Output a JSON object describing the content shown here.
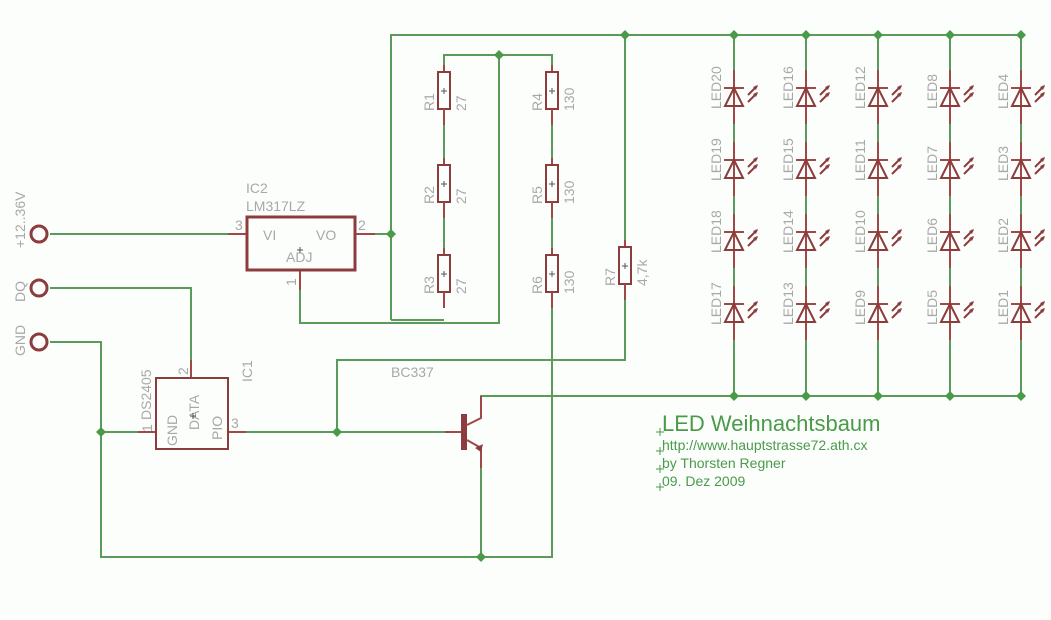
{
  "connectors": [
    {
      "label": "+12..36V"
    },
    {
      "label": "DQ"
    },
    {
      "label": "GND"
    }
  ],
  "ic2": {
    "name": "IC2",
    "value": "LM317LZ",
    "pin_vi": "VI",
    "pin_vo": "VO",
    "pin_adj": "ADJ",
    "pin3": "3",
    "pin2": "2",
    "pin1": "1"
  },
  "ic1": {
    "name": "IC1",
    "value": "DS2405",
    "pin_gnd": "GND",
    "pin_data": "DATA",
    "pin_pio": "PIO",
    "pin1": "1",
    "pin2": "2",
    "pin3": "3"
  },
  "transistor": {
    "value": "BC337"
  },
  "resistors": [
    {
      "name": "R1",
      "value": "27"
    },
    {
      "name": "R2",
      "value": "27"
    },
    {
      "name": "R3",
      "value": "27"
    },
    {
      "name": "R4",
      "value": "130"
    },
    {
      "name": "R5",
      "value": "130"
    },
    {
      "name": "R6",
      "value": "130"
    },
    {
      "name": "R7",
      "value": "4,7k"
    }
  ],
  "led_columns": [
    [
      "LED20",
      "LED19",
      "LED18",
      "LED17"
    ],
    [
      "LED16",
      "LED15",
      "LED14",
      "LED13"
    ],
    [
      "LED12",
      "LED11",
      "LED10",
      "LED9"
    ],
    [
      "LED8",
      "LED7",
      "LED6",
      "LED5"
    ],
    [
      "LED4",
      "LED3",
      "LED2",
      "LED1"
    ]
  ],
  "title_block": {
    "title": "LED Weihnachtsbaum",
    "url": "http://www.hauptstrasse72.ath.cx",
    "author": "by Thorsten Regner",
    "date": "09. Dez 2009"
  },
  "colors": {
    "wire": "#5a9a5a",
    "component": "#8c3c3c",
    "label": "#a8a8a8",
    "title": "#4a9a4a"
  }
}
